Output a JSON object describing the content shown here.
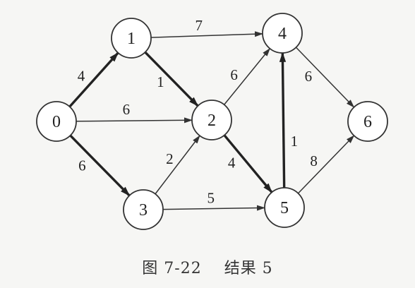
{
  "diagram": {
    "caption": "图 7-22    结果 5",
    "colors": {
      "stroke": "#333333",
      "highlight": "#222222",
      "node_fill": "#ffffff",
      "text": "#222222"
    },
    "nodes": [
      {
        "id": "0",
        "label": "0"
      },
      {
        "id": "1",
        "label": "1"
      },
      {
        "id": "2",
        "label": "2"
      },
      {
        "id": "3",
        "label": "3"
      },
      {
        "id": "4",
        "label": "4"
      },
      {
        "id": "5",
        "label": "5"
      },
      {
        "id": "6",
        "label": "6"
      }
    ],
    "edges": [
      {
        "from": "0",
        "to": "1",
        "weight": "4",
        "highlight": true
      },
      {
        "from": "0",
        "to": "2",
        "weight": "6",
        "highlight": false
      },
      {
        "from": "0",
        "to": "3",
        "weight": "6",
        "highlight": true
      },
      {
        "from": "1",
        "to": "2",
        "weight": "1",
        "highlight": true
      },
      {
        "from": "1",
        "to": "4",
        "weight": "7",
        "highlight": false
      },
      {
        "from": "2",
        "to": "4",
        "weight": "6",
        "highlight": false
      },
      {
        "from": "2",
        "to": "5",
        "weight": "4",
        "highlight": true
      },
      {
        "from": "3",
        "to": "2",
        "weight": "2",
        "highlight": false
      },
      {
        "from": "3",
        "to": "5",
        "weight": "5",
        "highlight": false
      },
      {
        "from": "5",
        "to": "4",
        "weight": "1",
        "highlight": true
      },
      {
        "from": "4",
        "to": "6",
        "weight": "6",
        "highlight": false
      },
      {
        "from": "5",
        "to": "6",
        "weight": "8",
        "highlight": false
      }
    ]
  }
}
